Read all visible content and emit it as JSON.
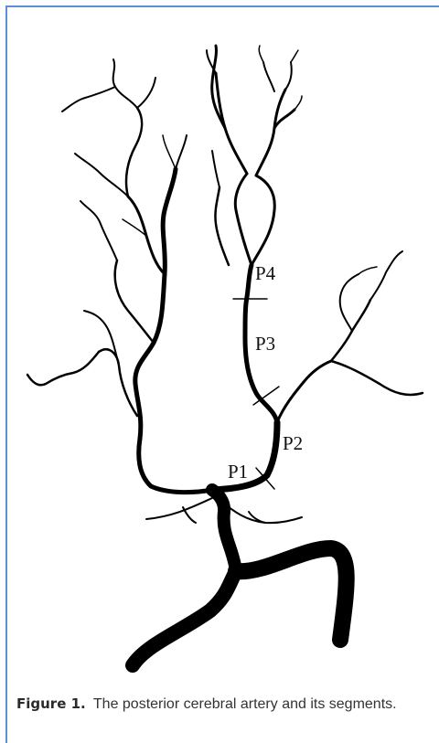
{
  "figure": {
    "segments": [
      {
        "id": "p1",
        "label": "P1"
      },
      {
        "id": "p2",
        "label": "P2"
      },
      {
        "id": "p3",
        "label": "P3"
      },
      {
        "id": "p4",
        "label": "P4"
      }
    ]
  },
  "caption": {
    "figure_number": "Figure 1.",
    "text": "The posterior cerebral artery and its segments."
  },
  "colors": {
    "border": "#5b8fd6",
    "vessel": "#000000"
  }
}
